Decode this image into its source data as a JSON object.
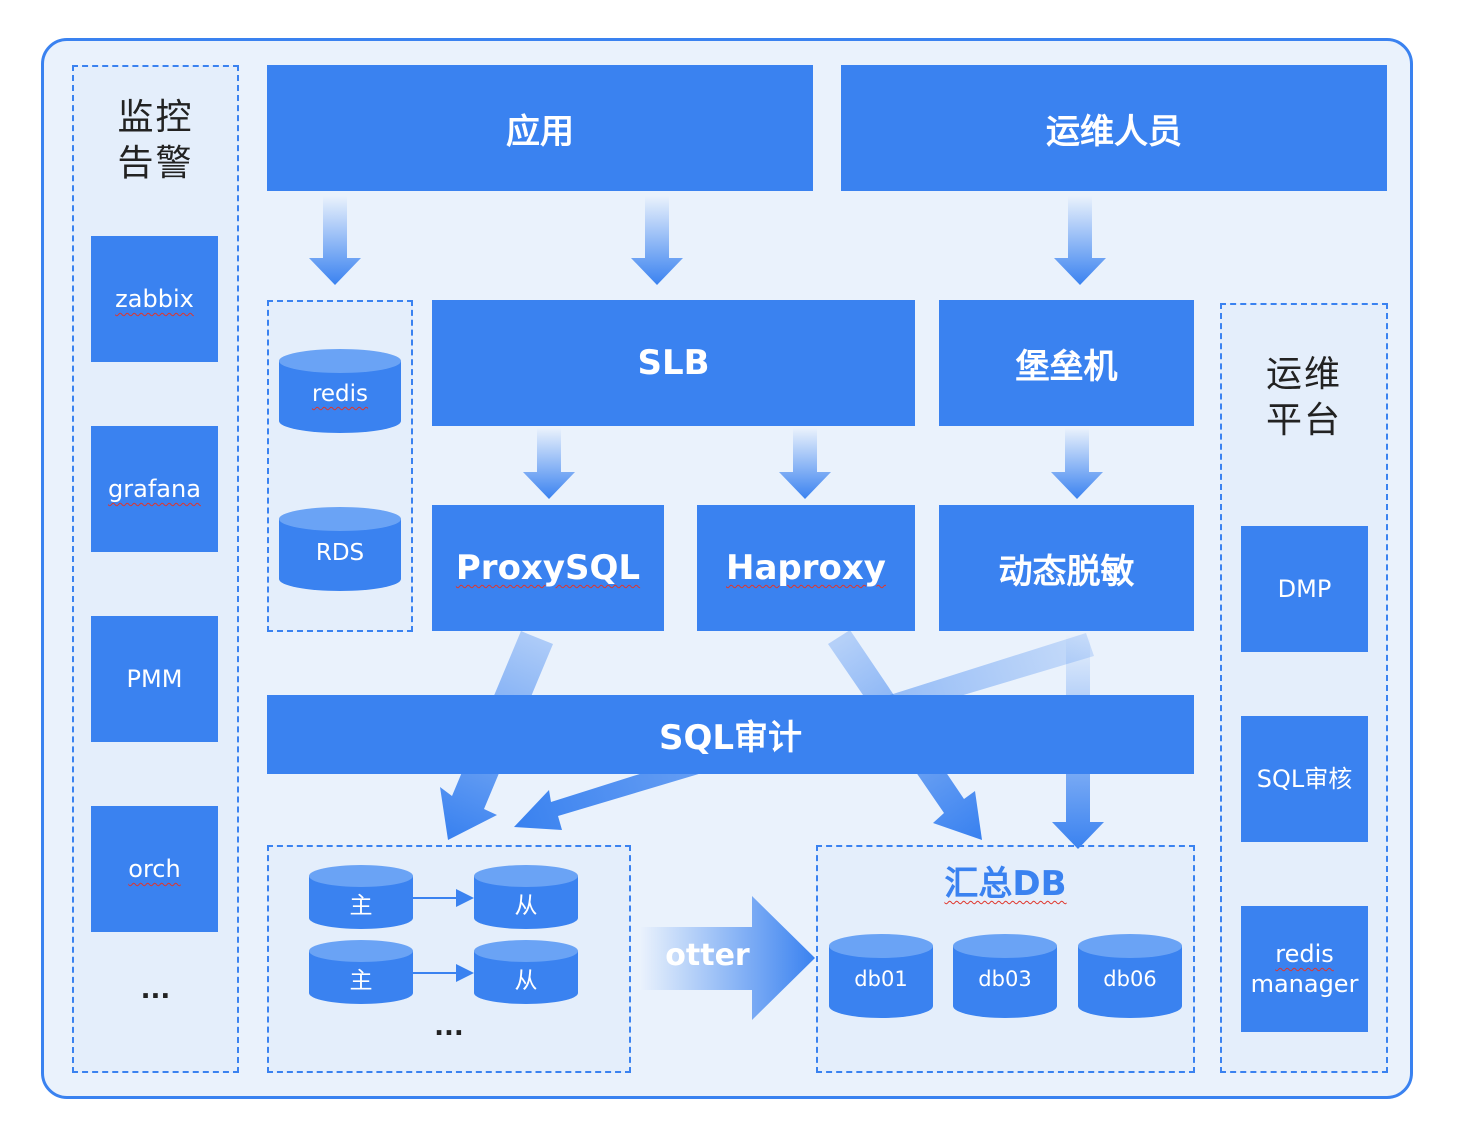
{
  "monitor": {
    "title_line1": "监控",
    "title_line2": "告警",
    "items": [
      "zabbix",
      "grafana",
      "PMM",
      "orch"
    ],
    "more": "..."
  },
  "ops_platform": {
    "title_line1": "运维",
    "title_line2": "平台",
    "items": [
      "DMP",
      "SQL审核",
      "redis",
      "manager"
    ]
  },
  "top": {
    "app": "应用",
    "ops": "运维人员"
  },
  "middle": {
    "slb": "SLB",
    "bastion": "堡垒机",
    "proxysql": "ProxySQL",
    "haproxy": "Haproxy",
    "masking": "动态脱敏",
    "audit": "SQL审计"
  },
  "cache": {
    "redis": "redis",
    "rds": "RDS"
  },
  "cluster": {
    "master": "主",
    "slave": "从",
    "more": "..."
  },
  "summary": {
    "title": "汇总DB",
    "dbs": [
      "db01",
      "db03",
      "db06"
    ]
  },
  "sync": {
    "label": "otter"
  },
  "colors": {
    "primary": "#3a82f0",
    "panel_bg": "#e4eefb",
    "frame_bg": "#eaf2fc",
    "underline": "#e0352b"
  }
}
